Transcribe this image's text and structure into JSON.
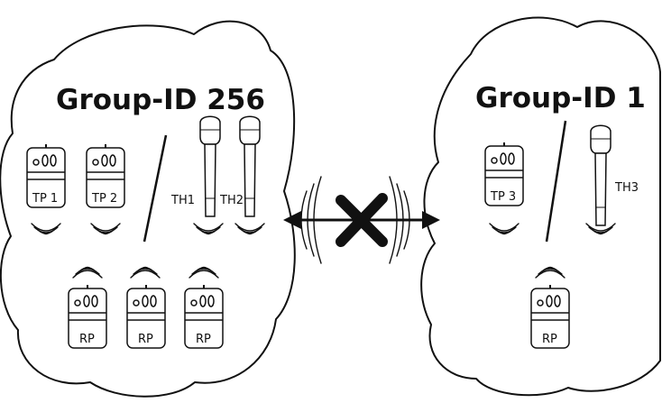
{
  "groups": [
    {
      "title": "Group-ID 256",
      "transmitters": [
        "TP 1",
        "TP 2"
      ],
      "handhelds": [
        "TH1",
        "TH2"
      ],
      "receivers": [
        "RP",
        "RP",
        "RP"
      ]
    },
    {
      "title": "Group-ID 1",
      "transmitters": [
        "TP 3"
      ],
      "handhelds": [
        "TH3"
      ],
      "receivers": [
        "RP"
      ]
    }
  ]
}
